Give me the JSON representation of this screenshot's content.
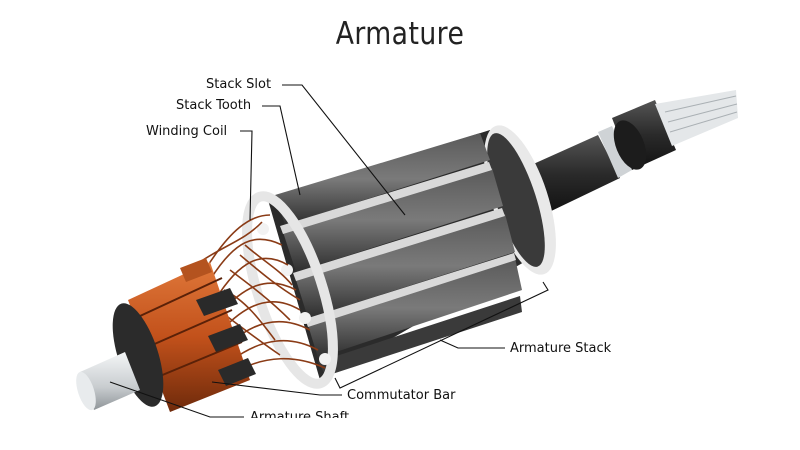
{
  "title": "Armature",
  "labels": {
    "stack_slot": "Stack Slot",
    "stack_tooth": "Stack Tooth",
    "winding_coil": "Winding Coil",
    "armature_stack": "Armature Stack",
    "commutator_bar": "Commutator Bar",
    "armature_shaft": "Armature Shaft"
  },
  "colors": {
    "stack_dark": "#3e3e3e",
    "stack_light": "#6a6a6a",
    "ring": "#e8e8e8",
    "copper": "#c8591f",
    "copper_dark": "#7a2f0d",
    "wire": "#8a3b16",
    "shaft": "#d9dde0",
    "bearing": "#2b2b2b"
  }
}
